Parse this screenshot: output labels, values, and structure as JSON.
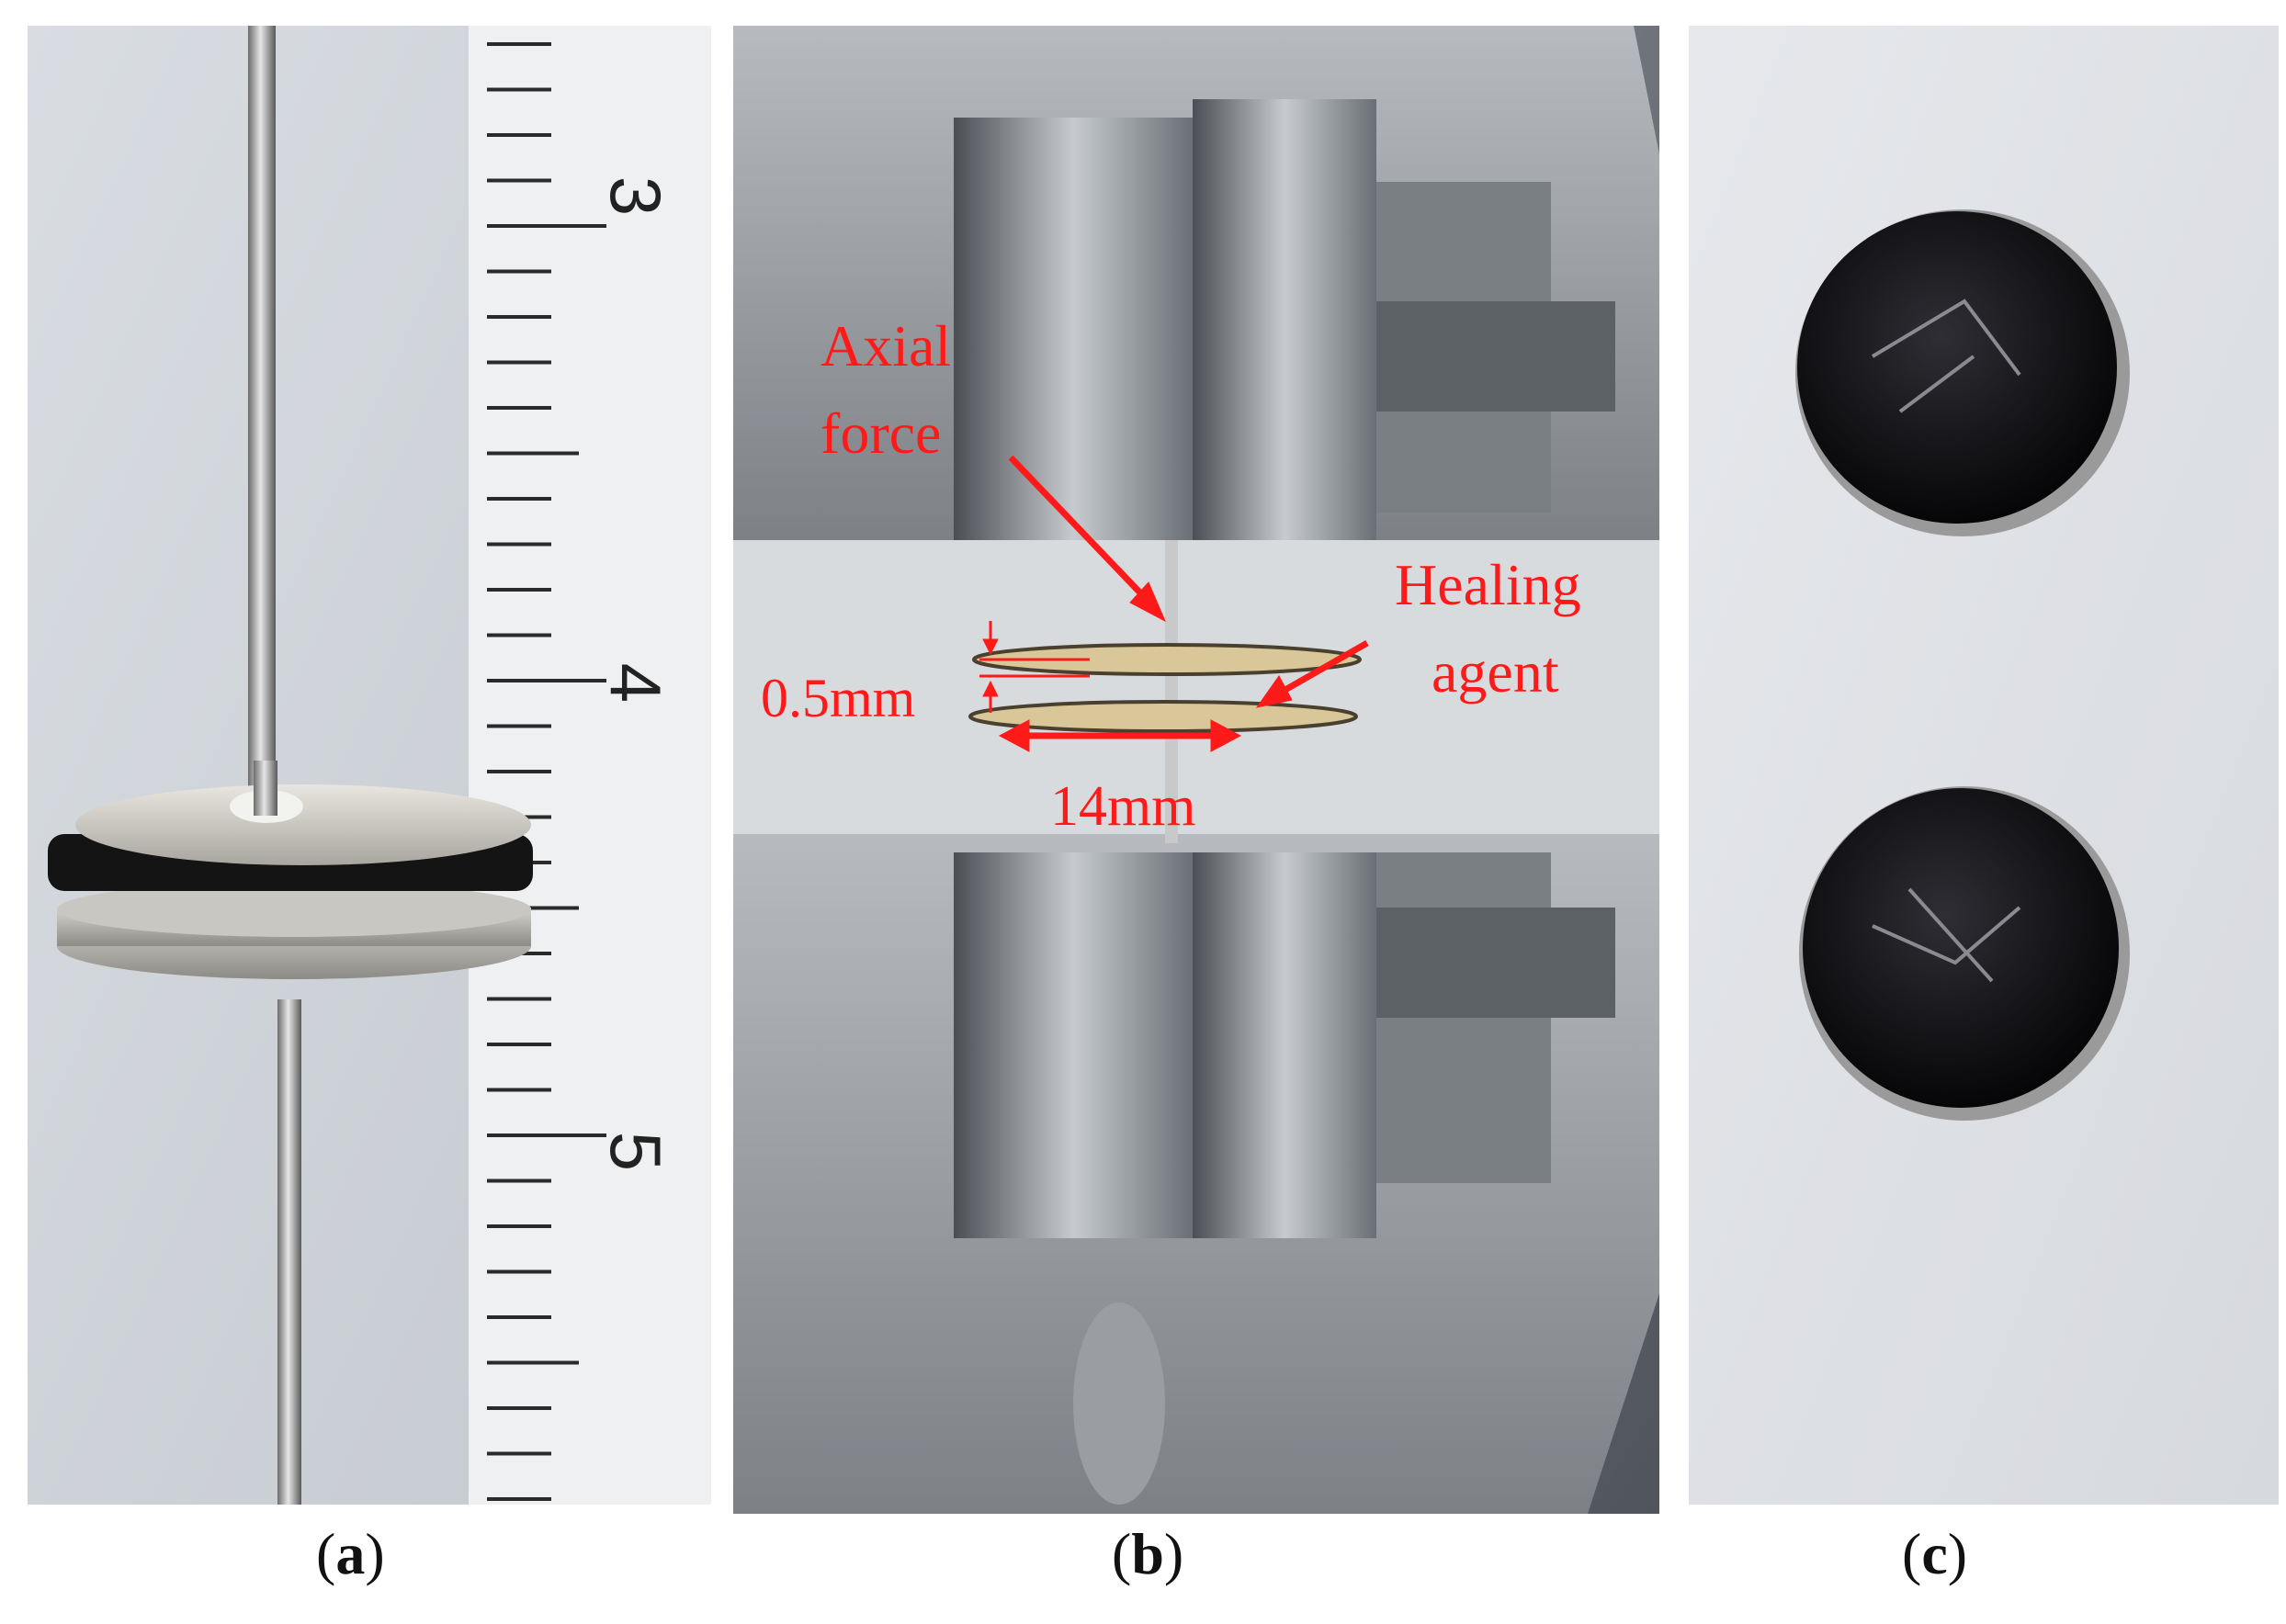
{
  "panels": [
    {
      "id": "a",
      "caption_open": "(",
      "caption_letter": "a",
      "caption_close": ")",
      "ruler_numbers": [
        "3",
        "4",
        "5"
      ]
    },
    {
      "id": "b",
      "caption_open": "(",
      "caption_letter": "b",
      "caption_close": ")",
      "annotations": {
        "axial_force_line1": "Axial",
        "axial_force_line2": "force",
        "healing_agent_line1": "Healing",
        "healing_agent_line2": "agent",
        "thickness": "0.5mm",
        "diameter": "14mm"
      },
      "annotation_color": "#ff1a1a"
    },
    {
      "id": "c",
      "caption_open": "(",
      "caption_letter": "c",
      "caption_close": ")"
    }
  ],
  "icons": [
    "photo-panel-a",
    "photo-panel-b",
    "photo-panel-c"
  ]
}
